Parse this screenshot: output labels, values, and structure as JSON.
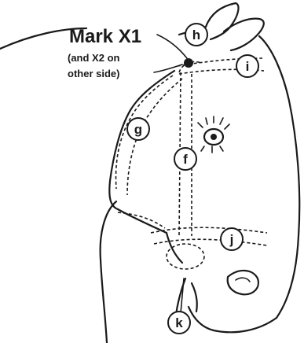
{
  "callout": {
    "title": "Mark X1",
    "line1": "(and X2 on",
    "line2": "other side)"
  },
  "labels": {
    "h": "h",
    "i": "i",
    "g": "g",
    "f": "f",
    "j": "j",
    "k": "k"
  }
}
